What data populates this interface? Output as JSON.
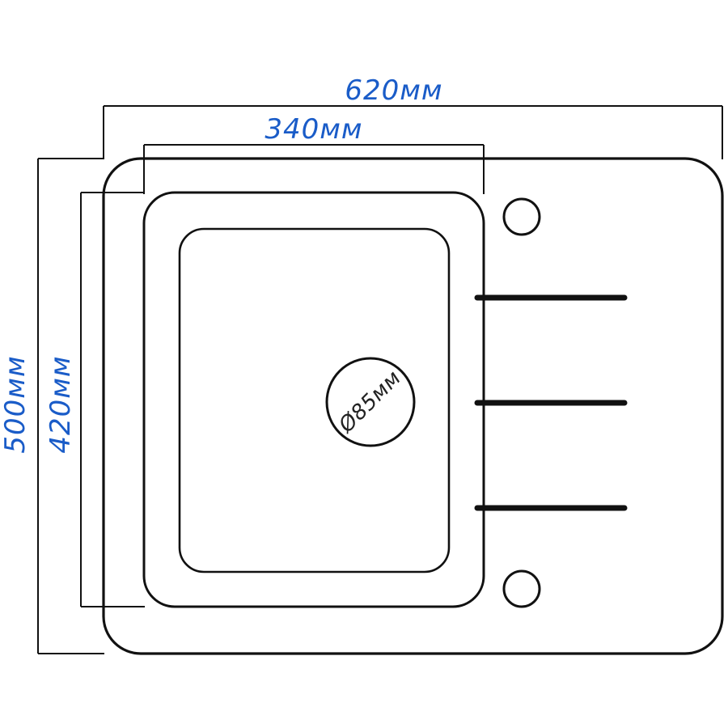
{
  "diagram": {
    "kind": "kitchen-sink-technical-drawing",
    "units": "мм",
    "labels": {
      "outer_width": "620мм",
      "inner_width": "340мм",
      "outer_height": "500мм",
      "inner_height": "420мм",
      "drain_diameter": "Ø85мм"
    },
    "values": {
      "outer_width_mm": 620,
      "inner_width_mm": 340,
      "outer_height_mm": 500,
      "inner_height_mm": 420,
      "drain_diameter_mm": 85
    },
    "colors": {
      "line": "#111111",
      "dimension_text": "#1a5cc8",
      "drain_text": "#222222",
      "background": "#ffffff"
    }
  }
}
